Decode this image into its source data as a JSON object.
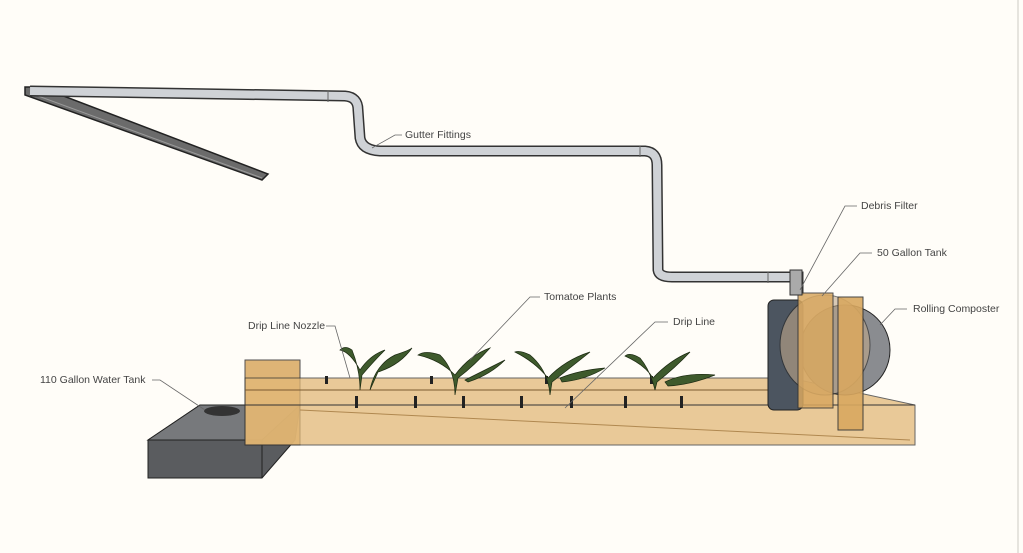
{
  "labels": {
    "gutter_fittings": "Gutter Fittings",
    "debris_filter": "Debris Filter",
    "tank_50": "50 Gallon Tank",
    "rolling_composter": "Rolling Composter",
    "tomato_plants": "Tomatoe Plants",
    "drip_line": "Drip Line",
    "drip_line_nozzle": "Drip Line Nozzle",
    "tank_110": "110 Gallon Water Tank"
  },
  "colors": {
    "background": "#fffdf8",
    "wood": "#d9a860",
    "pipe": "#c9ccd0",
    "tank": "#55575a",
    "leaf": "#3e5a2c"
  }
}
